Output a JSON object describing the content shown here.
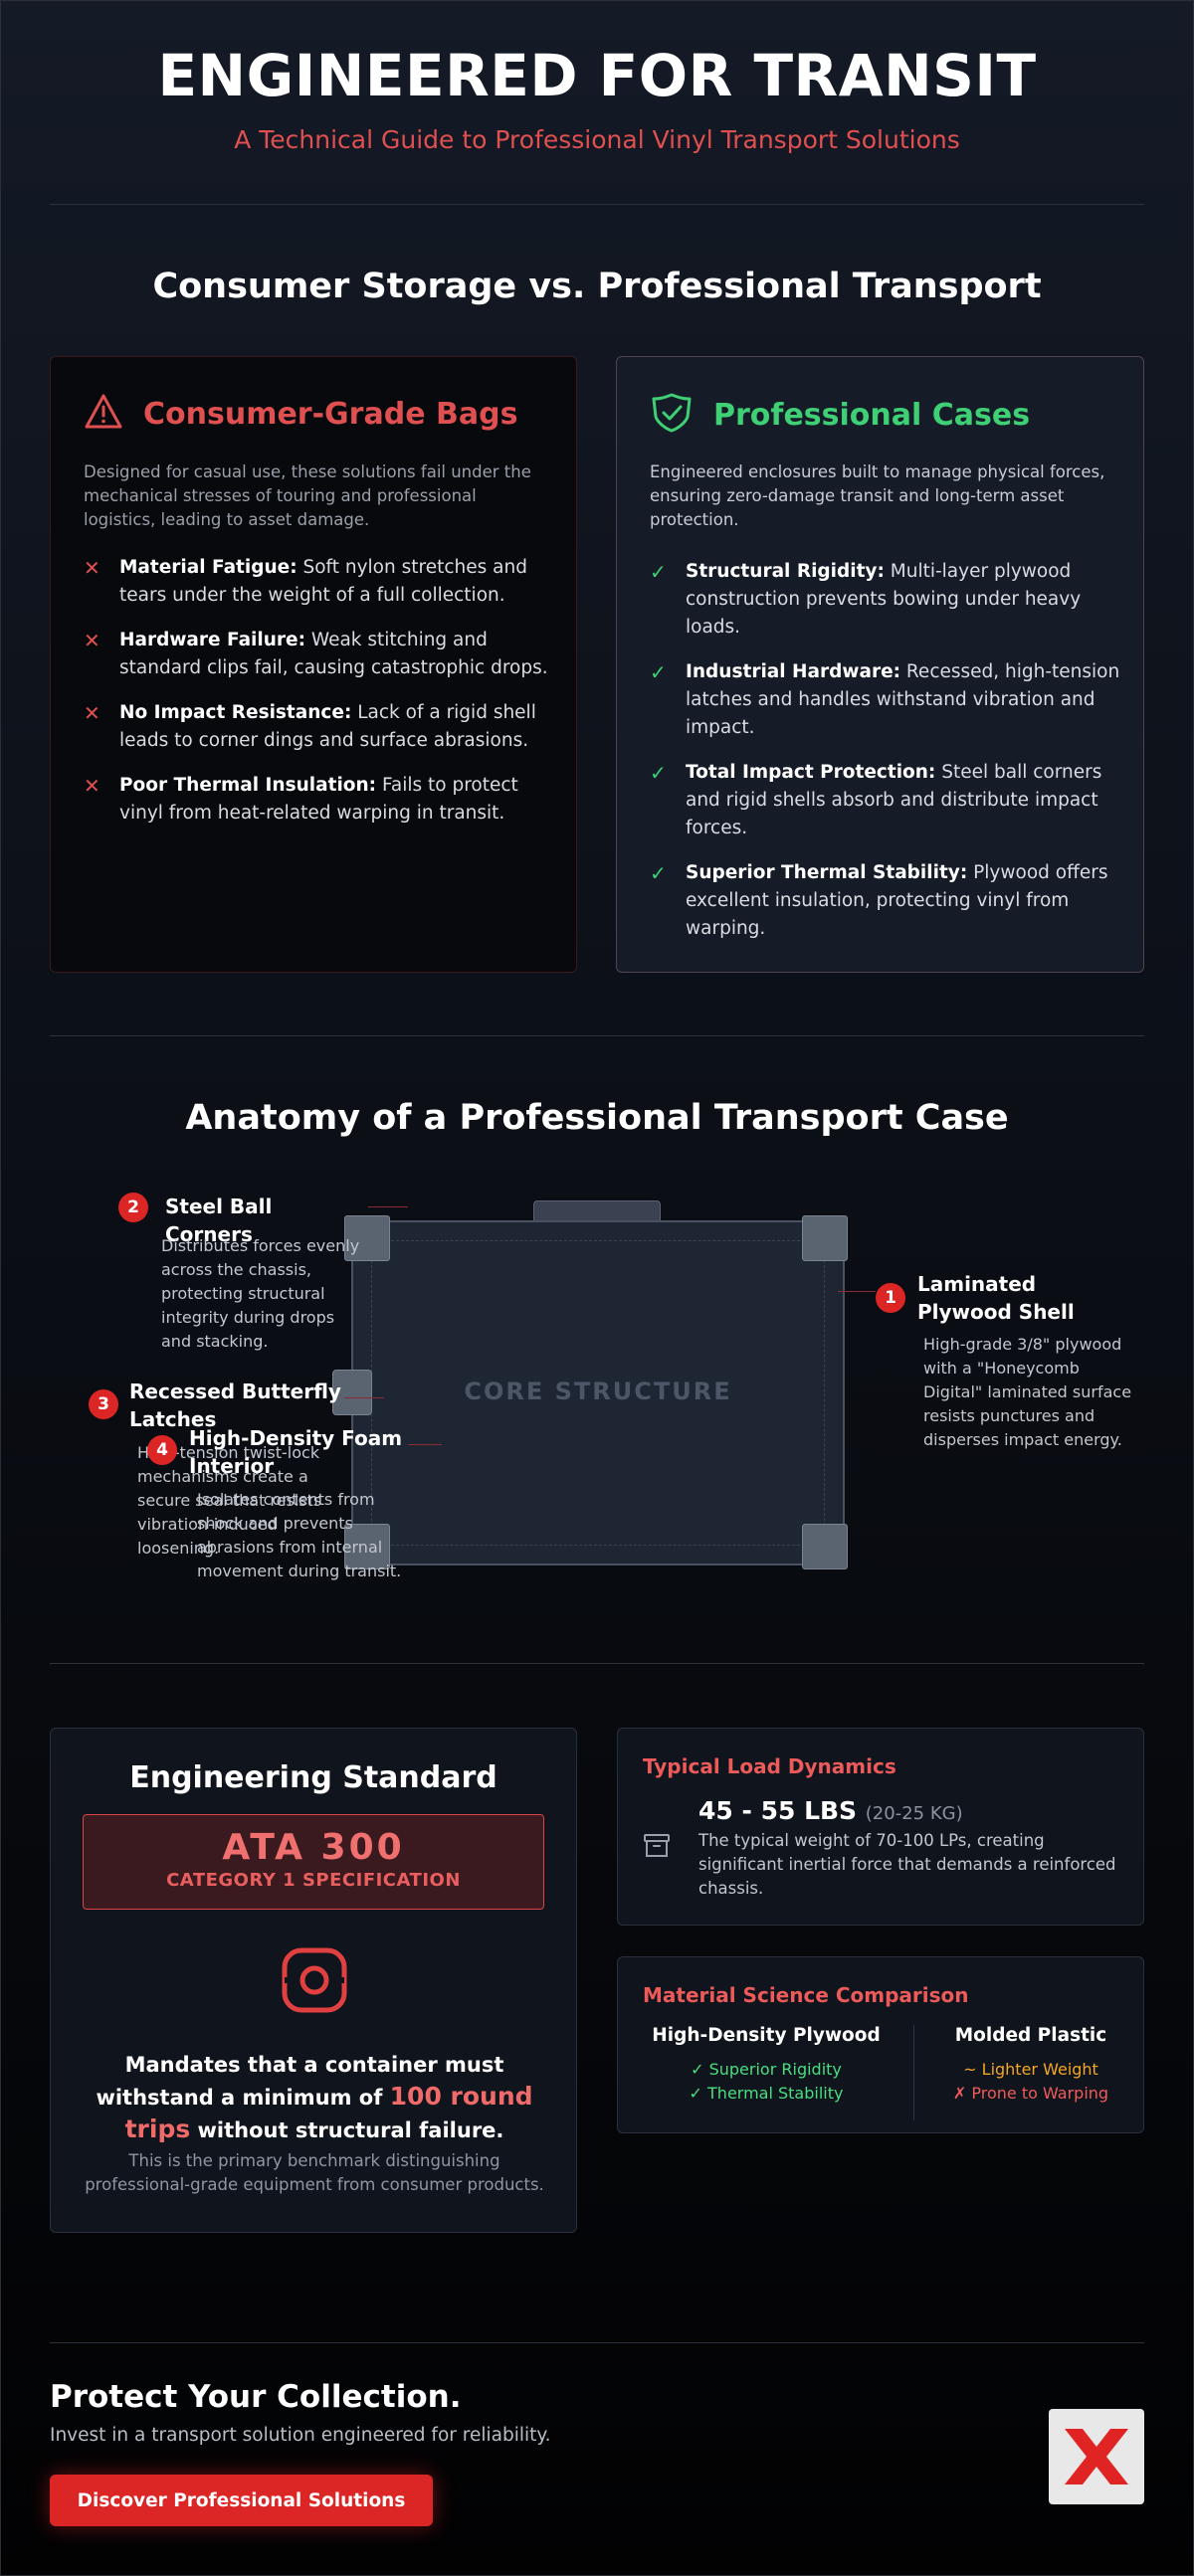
{
  "header": {
    "title": "ENGINEERED FOR TRANSIT",
    "subtitle": "A Technical Guide to Professional Vinyl Transport Solutions"
  },
  "comparison": {
    "title": "Consumer Storage vs. Professional Transport",
    "consumer": {
      "title": "Consumer-Grade Bags",
      "icon": "warning-triangle-icon",
      "color": "#e05050",
      "description": "Designed for casual use, these solutions fail under the mechanical stresses of touring and professional logistics, leading to asset damage.",
      "items": [
        {
          "label": "Material Fatigue:",
          "text": " Soft nylon stretches and tears under the weight of a full collection."
        },
        {
          "label": "Hardware Failure:",
          "text": " Weak stitching and standard clips fail, causing catastrophic drops."
        },
        {
          "label": "No Impact Resistance:",
          "text": " Lack of a rigid shell leads to corner dings and surface abrasions."
        },
        {
          "label": "Poor Thermal Insulation:",
          "text": " Fails to protect vinyl from heat-related warping in transit."
        }
      ]
    },
    "professional": {
      "title": "Professional Cases",
      "icon": "shield-check-icon",
      "color": "#3fcf75",
      "description": "Engineered enclosures built to manage physical forces, ensuring zero-damage transit and long-term asset protection.",
      "items": [
        {
          "label": "Structural Rigidity:",
          "text": " Multi-layer plywood construction prevents bowing under heavy loads."
        },
        {
          "label": "Industrial Hardware:",
          "text": " Recessed, high-tension latches and handles withstand vibration and impact."
        },
        {
          "label": "Total Impact Protection:",
          "text": " Steel ball corners and rigid shells absorb and distribute impact forces."
        },
        {
          "label": "Superior Thermal Stability:",
          "text": " Plywood offers excellent insulation, protecting vinyl from warping."
        }
      ]
    }
  },
  "anatomy": {
    "title": "Anatomy of a Professional Transport Case",
    "core_label": "CORE STRUCTURE",
    "parts": [
      {
        "num": "1",
        "title": "Laminated Plywood Shell",
        "desc": "High-grade 3/8\" plywood with a \"Honeycomb Digital\" laminated surface resists punctures and disperses impact energy."
      },
      {
        "num": "2",
        "title": "Steel Ball Corners",
        "desc": "Distributes forces evenly across the chassis, protecting structural integrity during drops and stacking."
      },
      {
        "num": "3",
        "title": "Recessed Butterfly Latches",
        "desc": "High-tension twist-lock mechanisms create a secure seal that resists vibration-induced loosening."
      },
      {
        "num": "4",
        "title": "High-Density Foam Interior",
        "desc": "Isolates contents from shock and prevents abrasions from internal movement during transit."
      }
    ]
  },
  "standard": {
    "title": "Engineering Standard",
    "spec_main": "ATA 300",
    "spec_sub": "CATEGORY 1 SPECIFICATION",
    "icon": "instagram-style-ring-icon",
    "mandate_before": "Mandates that a container must withstand a minimum of ",
    "mandate_highlight": "100 round trips",
    "mandate_after": " without structural failure.",
    "note": "This is the primary benchmark distinguishing professional-grade equipment from consumer products."
  },
  "load": {
    "title": "Typical Load Dynamics",
    "value": "45 - 55 LBS",
    "value_kg": "(20-25 KG)",
    "description": "The typical weight of 70-100 LPs, creating significant inertial force that demands a reinforced chassis.",
    "icon": "archive-box-icon"
  },
  "materials": {
    "title": "Material Science Comparison",
    "columns": [
      {
        "name": "High-Density Plywood",
        "rows": [
          "✓ Superior Rigidity",
          "✓ Thermal Stability"
        ],
        "colors": [
          "#4ade80",
          "#4ade80"
        ]
      },
      {
        "name": "Molded Plastic",
        "rows": [
          "~ Lighter Weight",
          "✗ Prone to Warping"
        ],
        "colors": [
          "#f5a524",
          "#ef5b5b"
        ]
      }
    ]
  },
  "cta": {
    "title": "Protect Your Collection.",
    "subtitle": "Invest in a transport solution engineered for reliability.",
    "button": "Discover Professional Solutions",
    "logo_icon": "red-x-logo-icon"
  }
}
